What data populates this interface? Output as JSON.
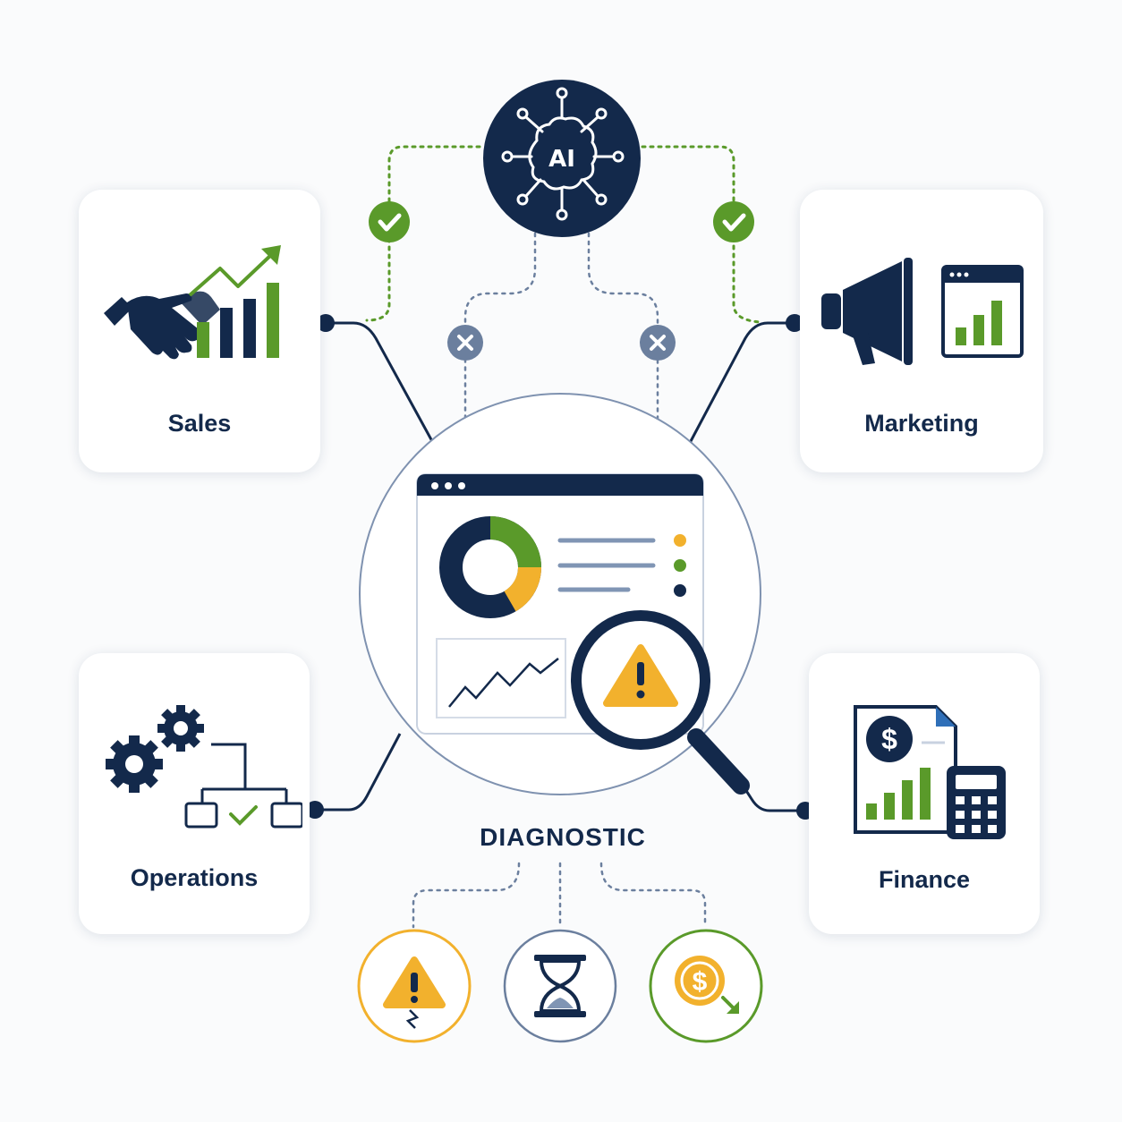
{
  "hub": {
    "badge": "AI"
  },
  "center": {
    "label": "DIAGNOSTIC"
  },
  "cards": {
    "sales": {
      "label": "Sales"
    },
    "marketing": {
      "label": "Marketing"
    },
    "operations": {
      "label": "Operations"
    },
    "finance": {
      "label": "Finance"
    }
  },
  "finance_icon": {
    "currency": "$"
  },
  "outcomes": {
    "cost_symbol": "$"
  },
  "colors": {
    "navy": "#13294b",
    "green": "#5a9a2a",
    "amber": "#f2b12d",
    "gray": "#6b7f9e",
    "card_bg": "#ffffff",
    "page_bg": "#fafbfc"
  },
  "icons": [
    "ai-brain-icon",
    "handshake-icon",
    "growth-chart-icon",
    "megaphone-icon",
    "browser-chart-icon",
    "gears-icon",
    "flowchart-icon",
    "invoice-icon",
    "calculator-icon",
    "dashboard-icon",
    "magnifier-icon",
    "warning-icon",
    "hourglass-icon",
    "dollar-decline-icon",
    "check-icon",
    "x-icon"
  ]
}
